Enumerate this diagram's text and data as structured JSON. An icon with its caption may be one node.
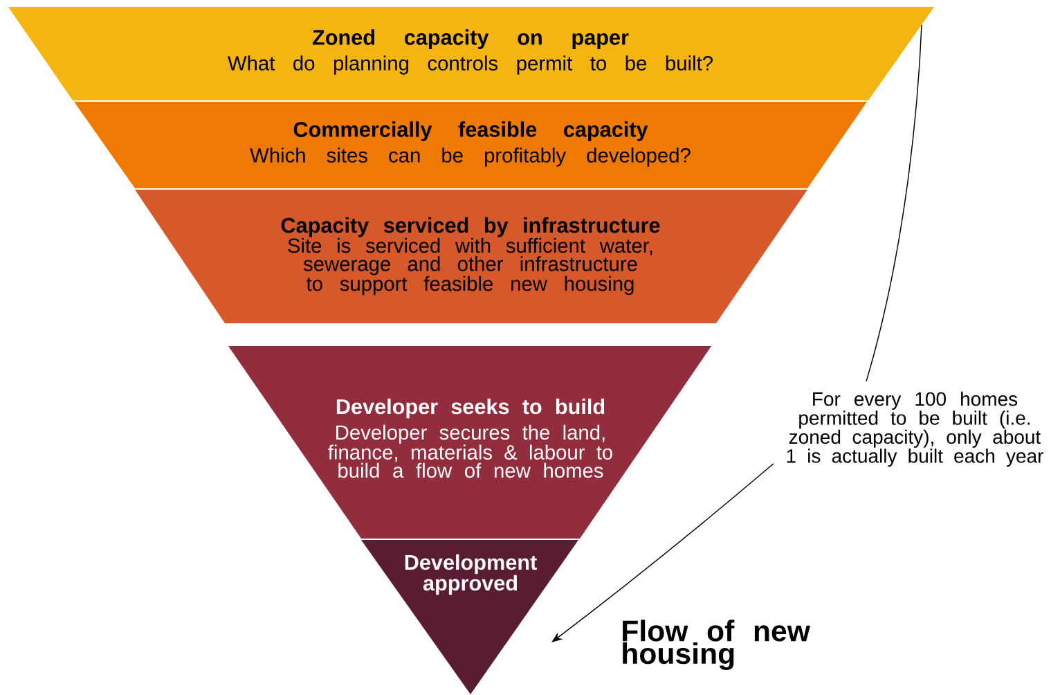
{
  "diagram": {
    "nodes": [
      {
        "text": [
          "Zoned capacity on paper",
          "What do planning controls permit to be built?"
        ]
      },
      {
        "text": [
          "Commercially feasible capacity",
          "Which sites can be profitably developed?"
        ]
      },
      {
        "text": [
          "Capacity serviced by infrastructure",
          "Site is serviced with sufficient water, sewerage and other infrastructure to support feasible new housing"
        ]
      },
      {
        "text": [
          "Developer seeks to build",
          "Developer secures the land, finance, materials & labour to build a flow of new homes"
        ]
      },
      {
        "text": [
          "Development approved"
        ]
      },
      {
        "text": [
          "For every 100 homes permitted to be built (i.e. zoned capacity), only about 1 is actually built each year"
        ]
      }
    ],
    "edges": [
      {
        "from": 5,
        "to": 0,
        "arrow": "none"
      },
      {
        "from": 5,
        "to": null,
        "arrow": "to"
      }
    ],
    "labels": [
      "Flow of new housing"
    ]
  }
}
